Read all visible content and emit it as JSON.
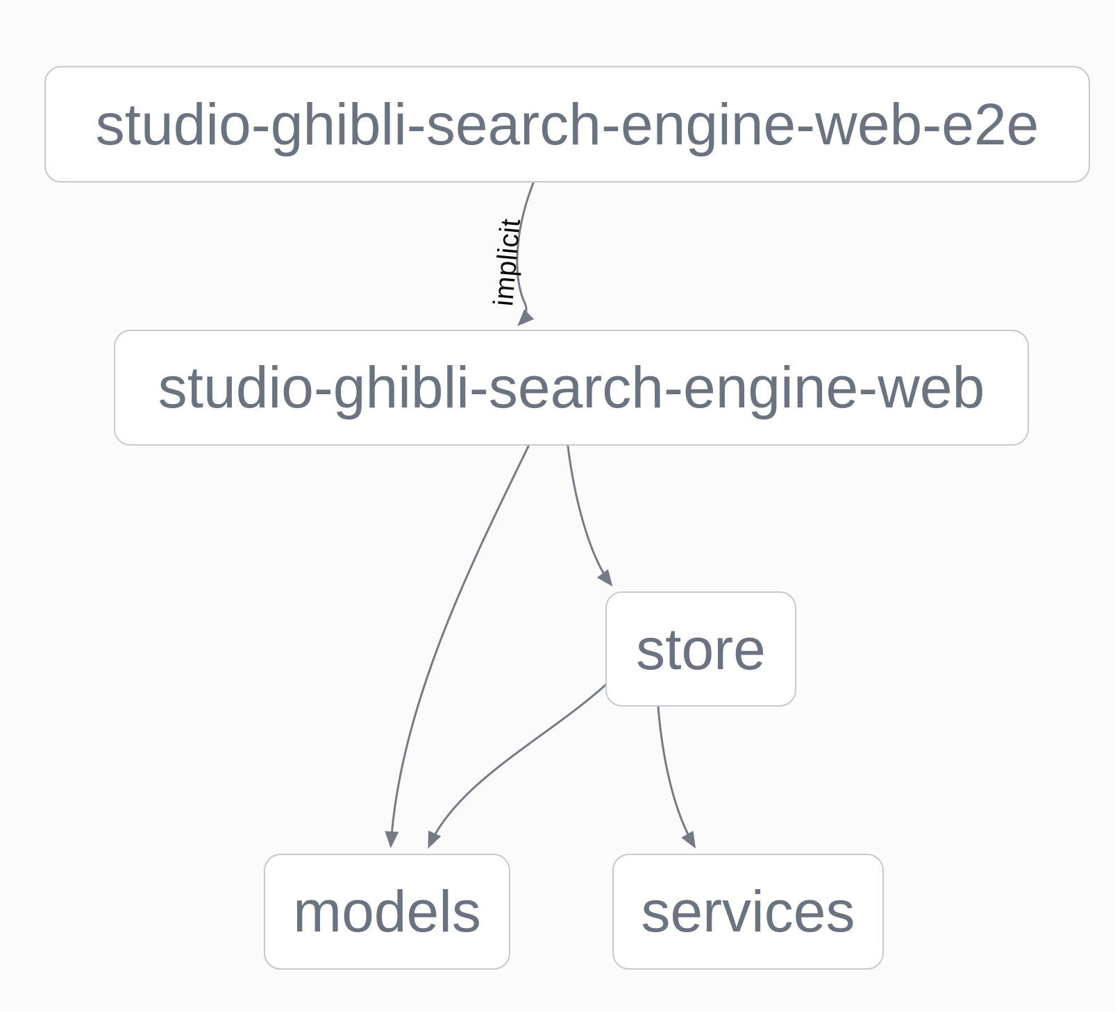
{
  "diagram": {
    "type": "dependency-graph",
    "colors": {
      "background": "#fbfbfc",
      "node_fill": "#ffffff",
      "node_border": "#c6c9cf",
      "node_text": "#6b7280",
      "edge": "#757a84",
      "edge_label_text": "#0a0a0c"
    },
    "nodes": [
      {
        "id": "studio-ghibli-search-engine-web-e2e",
        "label": "studio-ghibli-search-engine-web-e2e"
      },
      {
        "id": "studio-ghibli-search-engine-web",
        "label": "studio-ghibli-search-engine-web"
      },
      {
        "id": "store",
        "label": "store"
      },
      {
        "id": "models",
        "label": "models"
      },
      {
        "id": "services",
        "label": "services"
      }
    ],
    "edges": [
      {
        "from": "studio-ghibli-search-engine-web-e2e",
        "to": "studio-ghibli-search-engine-web",
        "label": "implicit"
      },
      {
        "from": "studio-ghibli-search-engine-web",
        "to": "models",
        "label": ""
      },
      {
        "from": "studio-ghibli-search-engine-web",
        "to": "store",
        "label": ""
      },
      {
        "from": "store",
        "to": "models",
        "label": ""
      },
      {
        "from": "store",
        "to": "services",
        "label": ""
      }
    ]
  }
}
